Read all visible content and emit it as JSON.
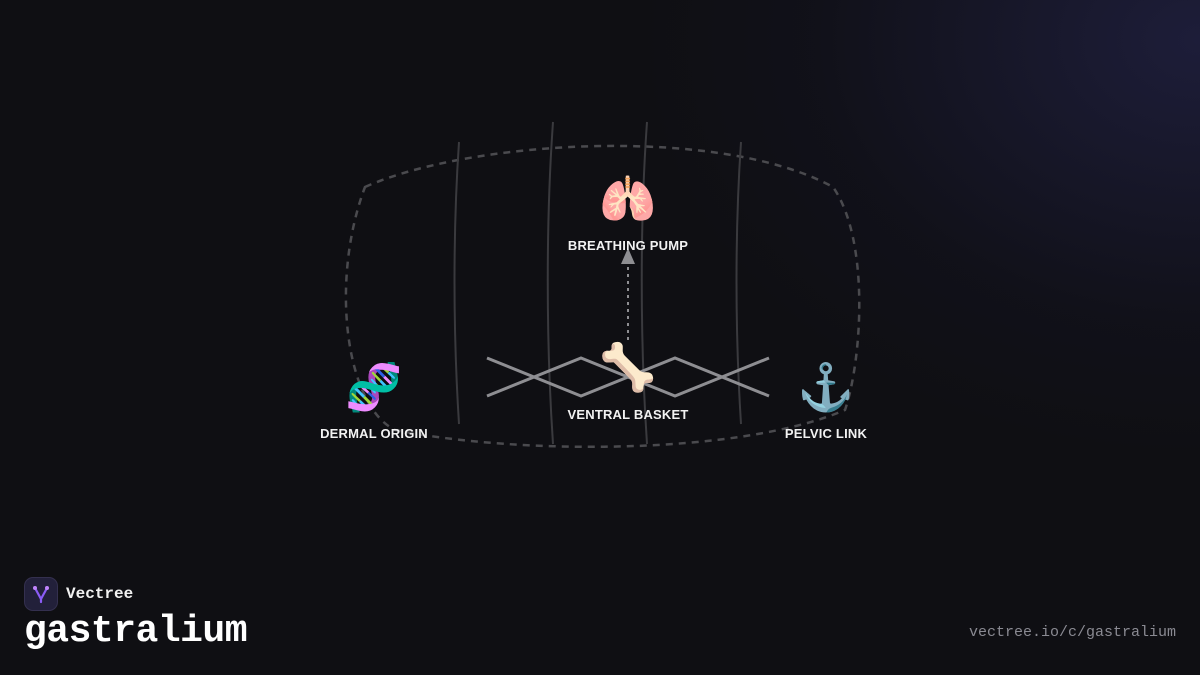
{
  "brand": {
    "name": "Vectree",
    "logo_icon": "vectree-branch-logo",
    "accent_color": "#8b5cf6"
  },
  "page": {
    "title": "gastralium",
    "url": "vectree.io/c/gastralium"
  },
  "diagram": {
    "nodes": [
      {
        "id": "breathing-pump",
        "label": "BREATHING PUMP",
        "icon": "lungs-icon",
        "glyph": "🫁"
      },
      {
        "id": "ventral-basket",
        "label": "VENTRAL BASKET",
        "icon": "bone-icon",
        "glyph": "🦴"
      },
      {
        "id": "dermal-origin",
        "label": "DERMAL ORIGIN",
        "icon": "dna-icon",
        "glyph": "🧬"
      },
      {
        "id": "pelvic-link",
        "label": "PELVIC LINK",
        "icon": "anchor-icon",
        "glyph": "⚓"
      }
    ],
    "edges": [
      {
        "from": "ventral-basket",
        "to": "breathing-pump",
        "style": "dotted-arrow"
      }
    ],
    "colors": {
      "background": "#0f0f13",
      "outline": "#4a4a4e",
      "basket": "#8e8e92",
      "label": "#f2f2f2"
    }
  }
}
